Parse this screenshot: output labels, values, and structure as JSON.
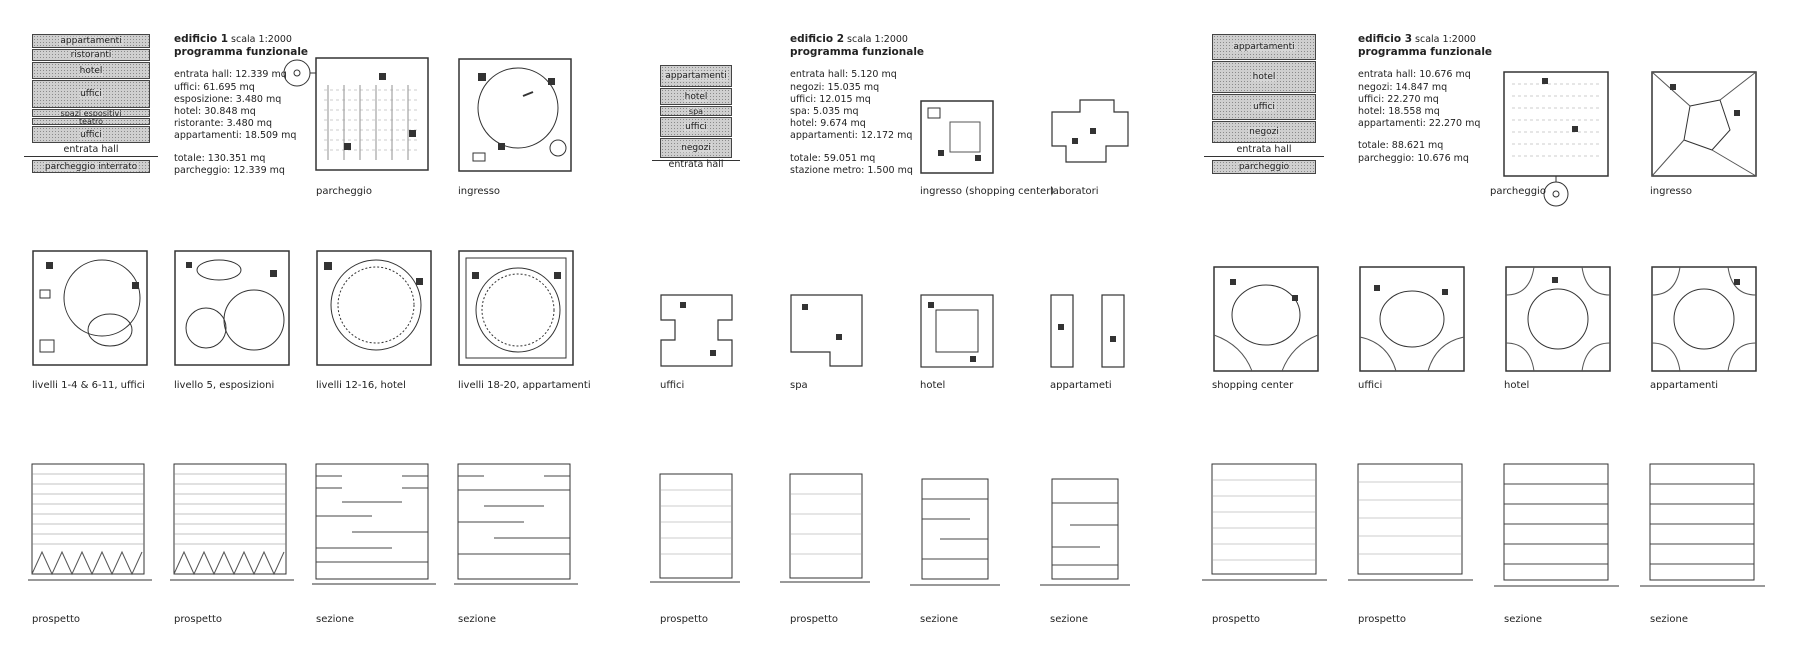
{
  "b1": {
    "title_bold": "edificio 1",
    "title_rest": " scala 1:2000",
    "subtitle": "programma funzionale",
    "stats": [
      "entrata hall: 12.339 mq",
      "uffici: 61.695 mq",
      "esposizione: 3.480 mq",
      "hotel: 30.848 mq",
      "ristorante: 3.480 mq",
      "appartamenti: 18.509 mq"
    ],
    "totals": [
      "totale: 130.351 mq",
      "parcheggio: 12.339 mq"
    ],
    "bars": [
      "appartamenti",
      "ristoranti",
      "hotel",
      "uffici",
      "spazi espositivi",
      "teatro",
      "uffici"
    ],
    "ground": "entrata hall",
    "basement": "parcheggio interrato",
    "row1": [
      "parcheggio",
      "ingresso"
    ],
    "row2": [
      "livelli 1-4 & 6-11, uffici",
      "livello 5, esposizioni",
      "livelli 12-16, hotel",
      "livelli 18-20, appartamenti"
    ],
    "row3": [
      "prospetto",
      "prospetto",
      "sezione",
      "sezione"
    ]
  },
  "b2": {
    "title_bold": "edificio 2",
    "title_rest": " scala 1:2000",
    "subtitle": "programma funzionale",
    "stats": [
      "entrata hall: 5.120 mq",
      "negozi: 15.035 mq",
      "uffici: 12.015 mq",
      "spa: 5.035 mq",
      "hotel: 9.674 mq",
      "appartamenti: 12.172 mq"
    ],
    "totals": [
      "totale: 59.051 mq",
      "stazione metro: 1.500 mq"
    ],
    "bars": [
      "appartamenti",
      "hotel",
      "spa",
      "uffici",
      "negozi"
    ],
    "ground": "entrata hall",
    "row1": [
      "ingresso (shopping center)",
      "laboratori"
    ],
    "row2": [
      "uffici",
      "spa",
      "hotel",
      "appartameti"
    ],
    "row3": [
      "prospetto",
      "prospetto",
      "sezione",
      "sezione"
    ]
  },
  "b3": {
    "title_bold": "edificio 3",
    "title_rest": " scala 1:2000",
    "subtitle": "programma funzionale",
    "stats": [
      "entrata hall: 10.676 mq",
      "negozi: 14.847 mq",
      "uffici: 22.270 mq",
      "hotel: 18.558 mq",
      "appartamenti: 22.270 mq"
    ],
    "totals": [
      "totale: 88.621 mq",
      "parcheggio: 10.676 mq"
    ],
    "bars": [
      "appartamenti",
      "hotel",
      "uffici",
      "negozi"
    ],
    "ground": "entrata hall",
    "basement": "parcheggio",
    "row1": [
      "parcheggio",
      "ingresso"
    ],
    "row2": [
      "shopping center",
      "uffici",
      "hotel",
      "appartamenti"
    ],
    "row3": [
      "prospetto",
      "prospetto",
      "sezione",
      "sezione"
    ]
  }
}
